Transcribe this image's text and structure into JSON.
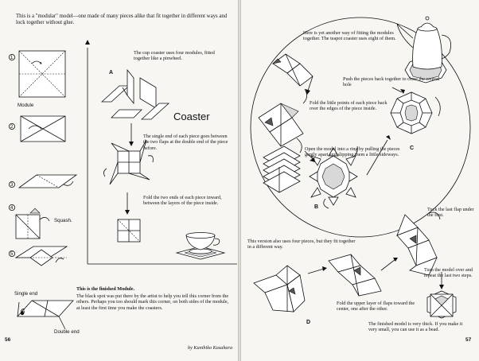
{
  "left_page": {
    "intro": "This is a \"modular\" model—one made of many pieces alike that fit together in different ways and lock together without glue.",
    "step_numbers": [
      "1",
      "2",
      "3",
      "4",
      "5",
      "6"
    ],
    "module_label": "Module",
    "squash_label": "Squash.",
    "single_end_label": "Single end",
    "double_end_label": "Double end",
    "coaster_title": "Coaster",
    "cup_coaster_text": "The cup coaster uses four modules, fitted together like a pinwheel.",
    "label_a": "A",
    "single_end_text": "The single end of each piece goes between the two flaps at the double end of the piece before.",
    "fold_ends_text": "Fold the two ends of each piece inward, between the layers of the piece inside.",
    "finished_heading": "This is the finished Module.",
    "finished_text": "The black spot was put there by the artist to help you tell this corner from the others. Perhaps you too should mark this corner, on both sides of the module, at least the first time you make the coasters.",
    "page_number": "56",
    "credit": "by Kunihiko Kasahara"
  },
  "right_page": {
    "teapot_text": "Here is yet another way of fitting the modules together. The teapot coaster uses eight of them.",
    "push_text": "Push the pieces back together to close the central hole",
    "fold_points_text": "Fold the little points of each piece back over the edges of the piece inside.",
    "open_model_text": "Open the model into a ring by pulling the pieces gently apart and slipping them a little sideways.",
    "label_b": "B",
    "label_c": "C",
    "four_pieces_text": "This version also uses four pieces, but they fit together in a different way.",
    "tuck_text": "Tuck the last flap under the first.",
    "turn_text": "Turn the model over and repeat the last two steps.",
    "fold_upper_text": "Fold the upper layer of flaps toward the center, one after the other.",
    "label_d": "D",
    "thick_text": "The finished model is very thick. If you make it very small, you can use it as a bead.",
    "page_number": "57"
  }
}
